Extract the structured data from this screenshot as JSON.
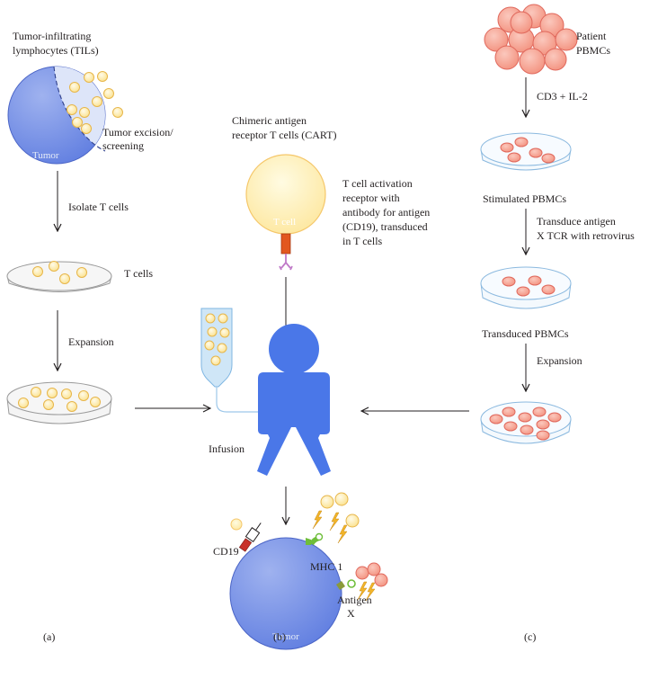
{
  "colors": {
    "tumor_fill": "#6e88e6",
    "tumor_highlight": "#dfe7f8",
    "person": "#4a77e8",
    "til_cell": "#fde9a6",
    "til_cell_stroke": "#e7b64a",
    "pbmc_cell": "#f5a89c",
    "pbmc_cell_stroke": "#e0685c",
    "car_tcell": "#fff0a8",
    "car_tcell_stroke": "#f5c76a",
    "receptor": "#e2571f",
    "antibody": "#c07ac8",
    "lightning": "#f2b52a",
    "mhc": "#6fbe3a"
  },
  "panel_a": {
    "title_line1": "Tumor-infiltrating",
    "title_line2": "lymphocytes (TILs)",
    "tumor_label": "Tumor",
    "excision_line1": "Tumor excision/",
    "excision_line2": "screening",
    "step1": "Isolate T cells",
    "dish1_label": "T cells",
    "step2": "Expansion",
    "panel_label": "(a)"
  },
  "panel_b": {
    "title_line1": "Chimeric antigen",
    "title_line2": "receptor T cells (CART)",
    "tcell_label": "T cell",
    "desc_line1": "T cell activation",
    "desc_line2": "receptor with",
    "desc_line3": "antibody for antigen",
    "desc_line4": "(CD19), transduced",
    "desc_line5": "in T cells",
    "infusion_label": "Infusion",
    "cd19_label": "CD19",
    "mhc_label": "MHC 1",
    "antigen_line1": "Antigen",
    "antigen_line2": "X",
    "tumor_label": "Tumor",
    "panel_label": "(b)"
  },
  "panel_c": {
    "source_line1": "Patient",
    "source_line2": "PBMCs",
    "step1": "CD3 + IL-2",
    "dish1_label": "Stimulated PBMCs",
    "step2_line1": "Transduce antigen",
    "step2_line2": "X TCR with retrovirus",
    "dish2_label": "Transduced PBMCs",
    "step3": "Expansion",
    "panel_label": "(c)"
  }
}
